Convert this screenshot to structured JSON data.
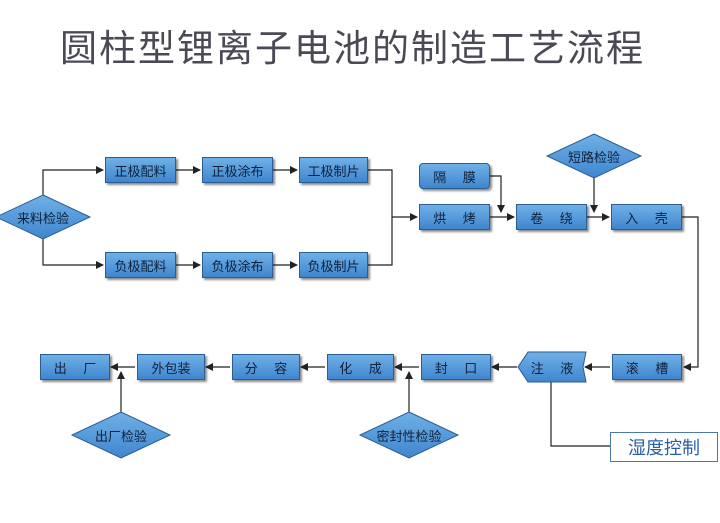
{
  "title": "圆柱型锂离子电池的制造工艺流程",
  "nodes": {
    "pos_mix": "正极配料",
    "pos_coat": "正极涂布",
    "pos_sheet": "工极制片",
    "neg_mix": "负极配料",
    "neg_coat": "负极涂布",
    "neg_sheet": "负极制片",
    "separator": "隔    膜",
    "bake": "烘    烤",
    "wind": "卷    绕",
    "insert": "入    壳",
    "groove": "滚    槽",
    "inject": "注    液",
    "seal": "封    口",
    "formation": "化    成",
    "grading": "分    容",
    "pack": "外包装",
    "ship": "出    厂"
  },
  "diamonds": {
    "incoming": "来料检验",
    "short": "短路检验",
    "leak": "密封性检验",
    "final": "出厂检验"
  },
  "humidity_label": "湿度控制",
  "colors": {
    "box_top": "#6fb0e6",
    "box_bottom": "#3f86cf",
    "border": "#2a5d93",
    "title": "#4a4a55",
    "callout": "#2b5ea8"
  }
}
